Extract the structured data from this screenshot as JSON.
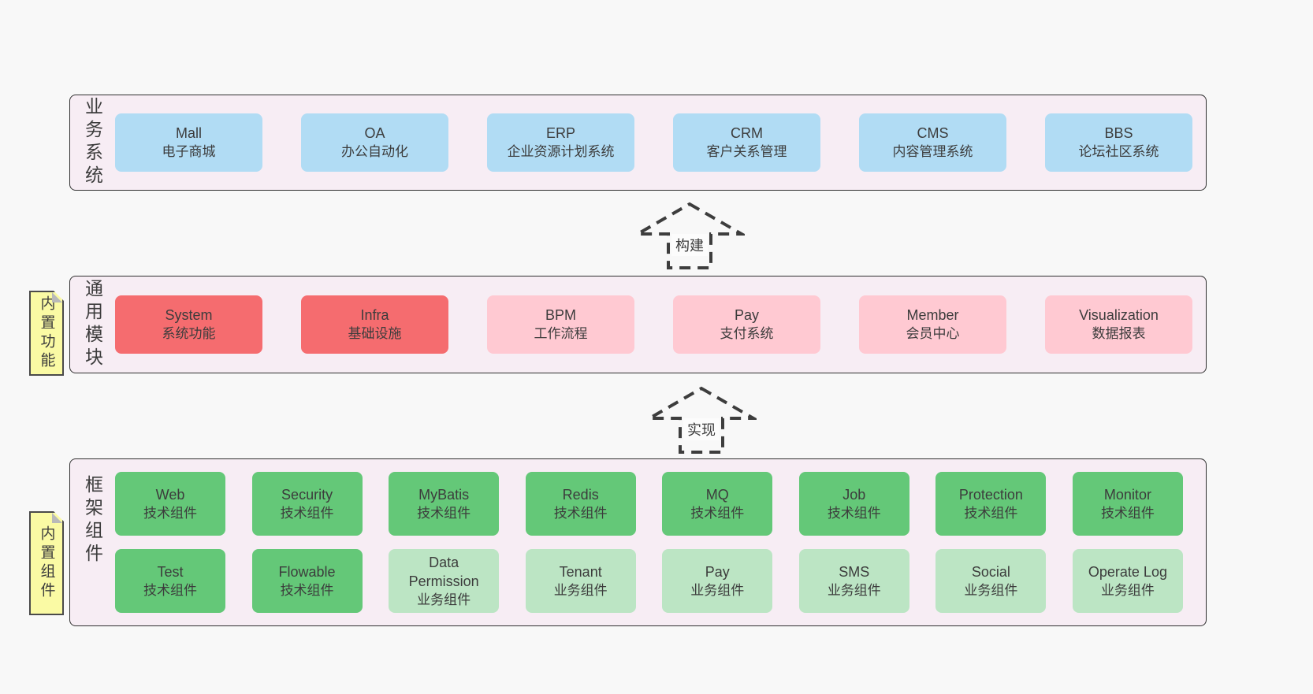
{
  "colors": {
    "page-bg": "#f8f8f8",
    "layer-bg": "#f7edf4",
    "layer-border": "#303030",
    "blue": "#b1dcf4",
    "red": "#f56c6f",
    "pink": "#ffc9d2",
    "green": "#64c878",
    "lightgreen": "#bce5c4",
    "note-bg": "#fafaa4",
    "note-border": "#4a4a4a",
    "note-fold": "#b9b9b9",
    "text": "#3c3c3c",
    "arrow": "#3d3d3d"
  },
  "layers": {
    "business": {
      "label": "业务系统",
      "items": [
        {
          "name": "Mall",
          "desc": "电子商城",
          "variant": "blue"
        },
        {
          "name": "OA",
          "desc": "办公自动化",
          "variant": "blue"
        },
        {
          "name": "ERP",
          "desc": "企业资源计划系统",
          "variant": "blue"
        },
        {
          "name": "CRM",
          "desc": "客户关系管理",
          "variant": "blue"
        },
        {
          "name": "CMS",
          "desc": "内容管理系统",
          "variant": "blue"
        },
        {
          "name": "BBS",
          "desc": "论坛社区系统",
          "variant": "blue"
        }
      ]
    },
    "modules": {
      "label": "通用模块",
      "note": "内置功能",
      "items": [
        {
          "name": "System",
          "desc": "系统功能",
          "variant": "red"
        },
        {
          "name": "Infra",
          "desc": "基础设施",
          "variant": "red"
        },
        {
          "name": "BPM",
          "desc": "工作流程",
          "variant": "pink"
        },
        {
          "name": "Pay",
          "desc": "支付系统",
          "variant": "pink"
        },
        {
          "name": "Member",
          "desc": "会员中心",
          "variant": "pink"
        },
        {
          "name": "Visualization",
          "desc": "数据报表",
          "variant": "pink"
        }
      ]
    },
    "components": {
      "label": "框架组件",
      "note": "内置组件",
      "row1": [
        {
          "name": "Web",
          "desc": "技术组件",
          "variant": "green"
        },
        {
          "name": "Security",
          "desc": "技术组件",
          "variant": "green"
        },
        {
          "name": "MyBatis",
          "desc": "技术组件",
          "variant": "green"
        },
        {
          "name": "Redis",
          "desc": "技术组件",
          "variant": "green"
        },
        {
          "name": "MQ",
          "desc": "技术组件",
          "variant": "green"
        },
        {
          "name": "Job",
          "desc": "技术组件",
          "variant": "green"
        },
        {
          "name": "Protection",
          "desc": "技术组件",
          "variant": "green"
        },
        {
          "name": "Monitor",
          "desc": "技术组件",
          "variant": "green"
        }
      ],
      "row2": [
        {
          "name": "Test",
          "desc": "技术组件",
          "variant": "green"
        },
        {
          "name": "Flowable",
          "desc": "技术组件",
          "variant": "green"
        },
        {
          "name": "Data Permission",
          "desc": "业务组件",
          "variant": "lightgreen"
        },
        {
          "name": "Tenant",
          "desc": "业务组件",
          "variant": "lightgreen"
        },
        {
          "name": "Pay",
          "desc": "业务组件",
          "variant": "lightgreen"
        },
        {
          "name": "SMS",
          "desc": "业务组件",
          "variant": "lightgreen"
        },
        {
          "name": "Social",
          "desc": "业务组件",
          "variant": "lightgreen"
        },
        {
          "name": "Operate Log",
          "desc": "业务组件",
          "variant": "lightgreen"
        }
      ]
    }
  },
  "arrows": [
    {
      "label": "构建"
    },
    {
      "label": "实现"
    }
  ]
}
